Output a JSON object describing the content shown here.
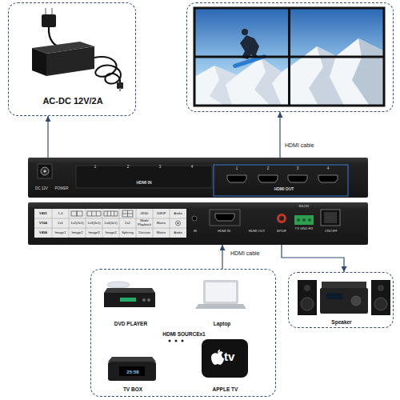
{
  "diagram": {
    "nodes": [
      {
        "text": [
          "AC-DC 12V/2A"
        ]
      },
      {
        "text": []
      },
      {
        "text": [
          "DC 12V",
          "POWER",
          "1",
          "2",
          "3",
          "4",
          "HDMI IN",
          "1",
          "2",
          "3",
          "4",
          "HDMI OUT"
        ]
      },
      {
        "text": [
          "V401",
          "1-4",
          "4K60",
          "1080P",
          "Audio",
          "V104",
          "1x1",
          "1x2(2x1)",
          "1x3(3x1)",
          "1x4(4x1)",
          "2x2",
          "Mode Playback",
          "Matrix",
          "V404",
          "Image1",
          "Image2",
          "Image3",
          "Image4",
          "Splicing",
          "Division",
          "Matrix",
          "Audio",
          "IR",
          "HDMI IN",
          "HDMI OUT",
          "SPDIF",
          "RS232",
          "TX GND RX",
          "ON/OFF"
        ]
      },
      {
        "text": [
          "HDMI SOURCEx1"
        ]
      },
      {
        "text": [
          "DVD PLAYER"
        ],
        "in": 4
      },
      {
        "text": [
          "Laptop"
        ],
        "in": 4
      },
      {
        "text": [
          "25:58",
          "TV BOX"
        ],
        "in": 4
      },
      {
        "text": [
          "tv",
          "APPLE TV"
        ],
        "in": 4
      },
      {
        "text": [
          "Speaker"
        ]
      }
    ],
    "edges": [
      {
        "from": 2,
        "to": 0,
        "arrow": "to"
      },
      {
        "from": 2,
        "to": 1,
        "arrow": "to",
        "label": "HDMI cable"
      },
      {
        "from": 4,
        "to": 3,
        "arrow": "to",
        "label": "HDMI cable"
      },
      {
        "from": 3,
        "to": 9,
        "arrow": "to"
      }
    ]
  }
}
